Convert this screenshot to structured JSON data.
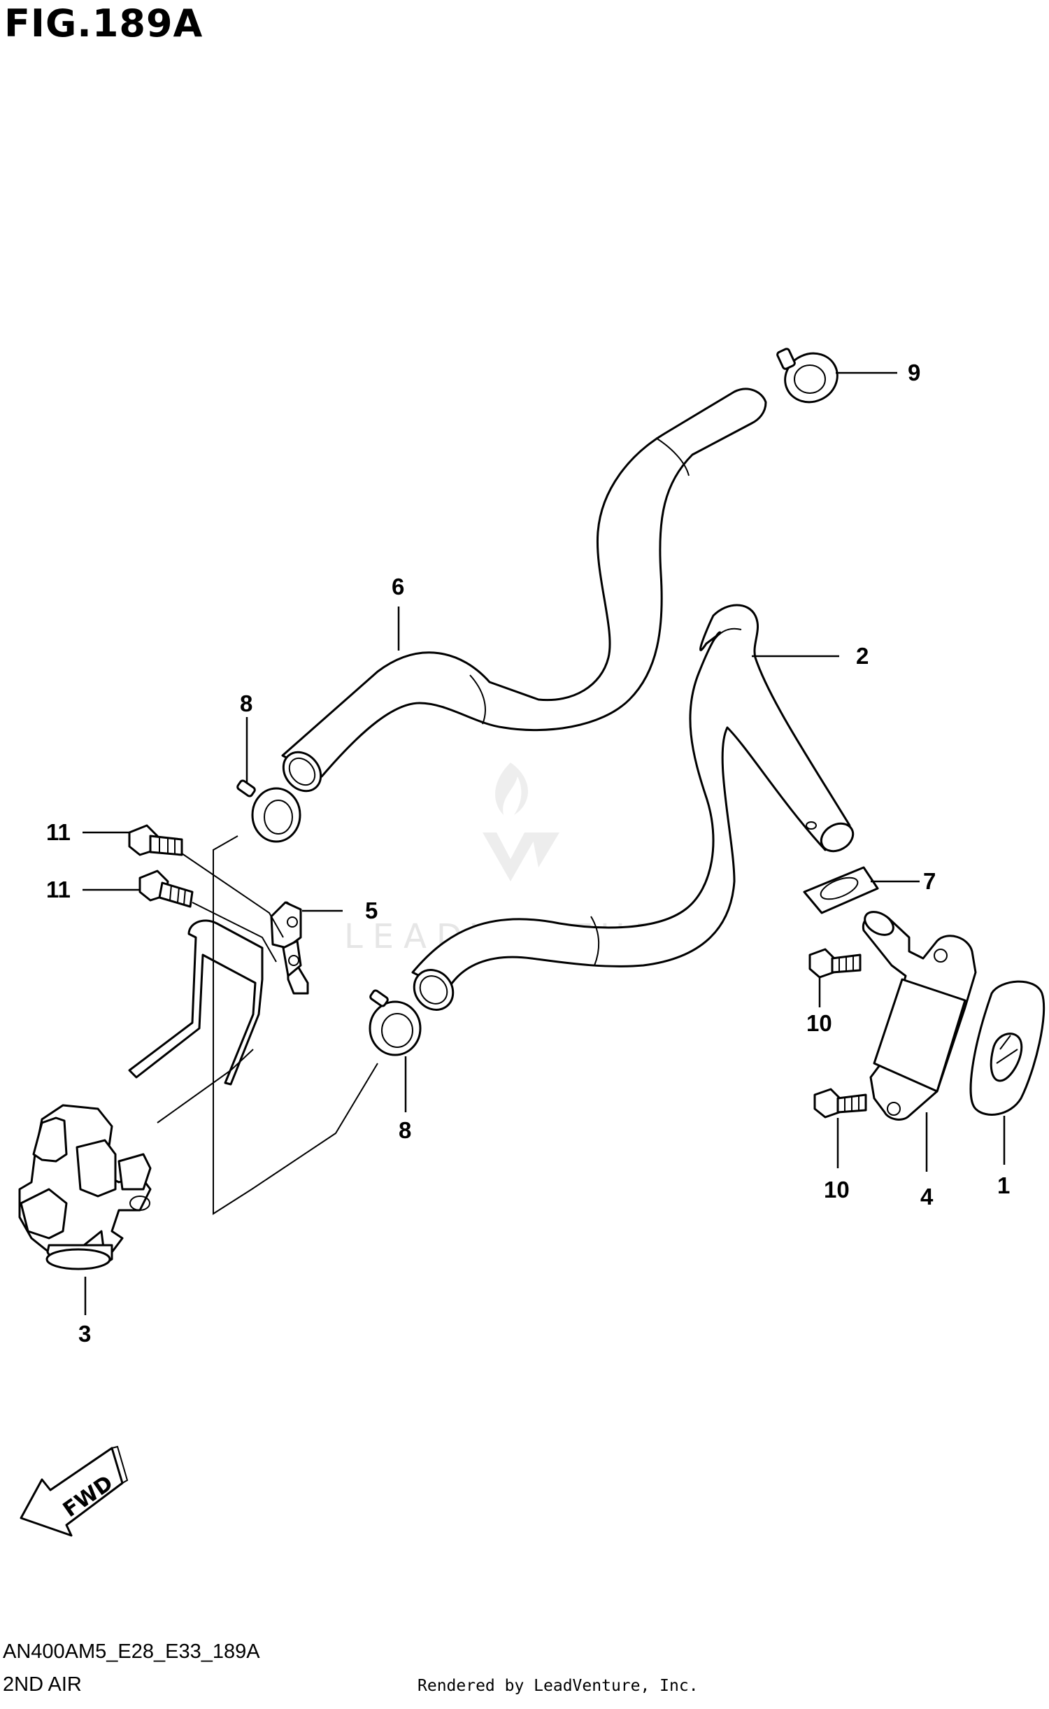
{
  "figure": {
    "title": "FIG.189A"
  },
  "watermark": {
    "text": "LEADVENTURE"
  },
  "fwd_arrow": {
    "label": "FWD"
  },
  "callouts": [
    "9",
    "6",
    "2",
    "8",
    "11",
    "11",
    "5",
    "7",
    "10",
    "8",
    "3",
    "10",
    "4",
    "1"
  ],
  "footer": {
    "code": "AN400AM5_E28_E33_189A",
    "name": "2ND AIR",
    "credit": "Rendered by LeadVenture, Inc."
  }
}
